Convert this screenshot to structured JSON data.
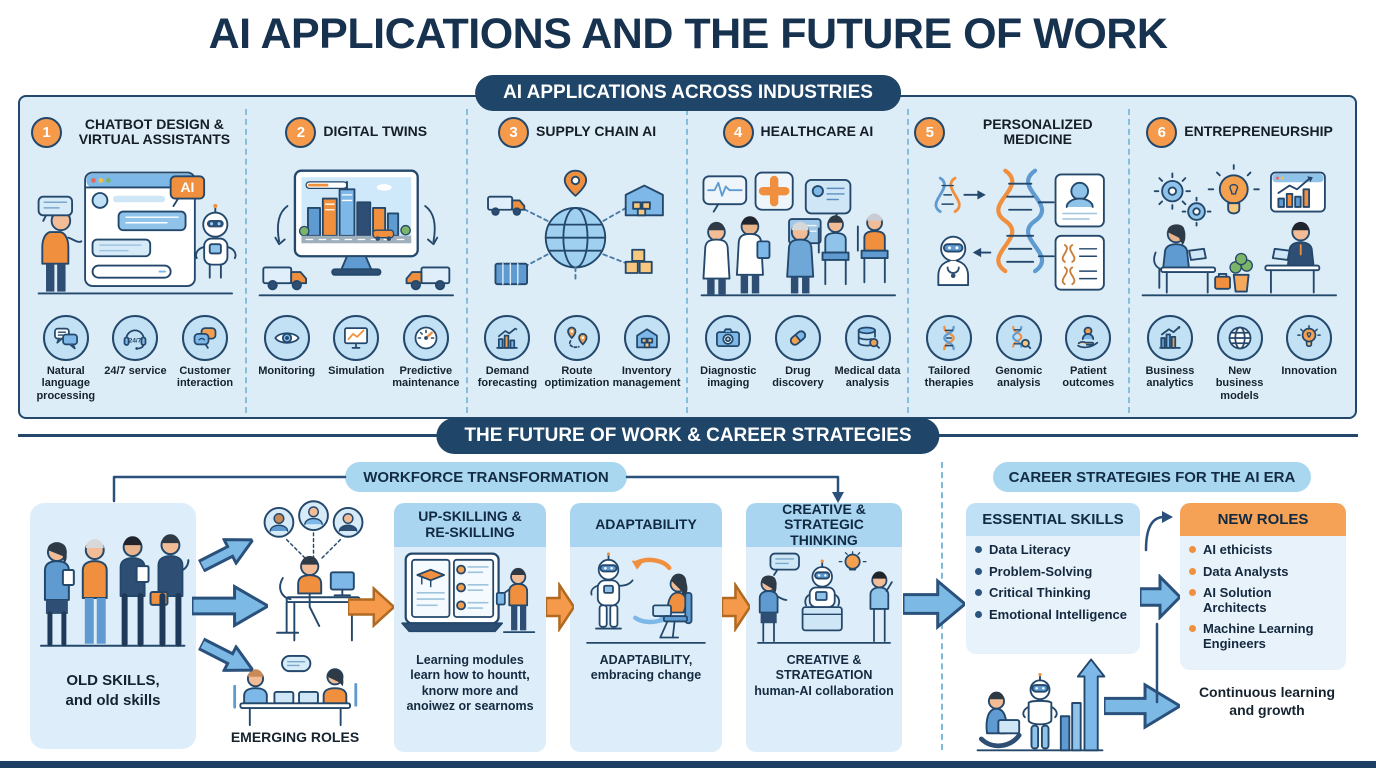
{
  "page": {
    "title": "AI APPLICATIONS AND THE FUTURE OF WORK"
  },
  "colors": {
    "navy": "#1f4568",
    "orange": "#f0903f",
    "light_blue": "#a9d7f0",
    "panel_blue": "#dcedf8"
  },
  "industries": {
    "banner": "AI APPLICATIONS ACROSS INDUSTRIES",
    "columns": [
      {
        "number": "1",
        "title": "CHATBOT DESIGN & VIRTUAL ASSISTANTS",
        "illustration": "chatbot-scene",
        "features": [
          {
            "icon": "chat-bubbles",
            "label": "Natural language processing"
          },
          {
            "icon": "headset-247",
            "label": "24/7 service"
          },
          {
            "icon": "conversation",
            "label": "Customer interaction"
          }
        ]
      },
      {
        "number": "2",
        "title": "DIGITAL TWINS",
        "illustration": "digital-twins-scene",
        "features": [
          {
            "icon": "eye",
            "label": "Monitoring"
          },
          {
            "icon": "monitor-chart",
            "label": "Simulation"
          },
          {
            "icon": "gauge",
            "label": "Predictive maintenance"
          }
        ]
      },
      {
        "number": "3",
        "title": "SUPPLY CHAIN AI",
        "illustration": "supply-chain-scene",
        "features": [
          {
            "icon": "bar-chart",
            "label": "Demand forecasting"
          },
          {
            "icon": "route-pins",
            "label": "Route optimization"
          },
          {
            "icon": "warehouse",
            "label": "Inventory management"
          }
        ]
      },
      {
        "number": "4",
        "title": "HEALTHCARE AI",
        "illustration": "healthcare-scene",
        "features": [
          {
            "icon": "camera",
            "label": "Diagnostic imaging"
          },
          {
            "icon": "pill",
            "label": "Drug discovery"
          },
          {
            "icon": "database-search",
            "label": "Medical data analysis"
          }
        ]
      },
      {
        "number": "5",
        "title": "PERSONALIZED MEDICINE",
        "illustration": "dna-scene",
        "features": [
          {
            "icon": "dna",
            "label": "Tailored therapies"
          },
          {
            "icon": "dna-magnifier",
            "label": "Genomic analysis"
          },
          {
            "icon": "patient-hand",
            "label": "Patient outcomes"
          }
        ]
      },
      {
        "number": "6",
        "title": "ENTREPRENEURSHIP",
        "illustration": "startup-scene",
        "features": [
          {
            "icon": "growth-chart",
            "label": "Business analytics"
          },
          {
            "icon": "globe",
            "label": "New business models"
          },
          {
            "icon": "lightbulb",
            "label": "Innovation"
          }
        ]
      }
    ]
  },
  "future": {
    "banner": "THE FUTURE OF WORK & CAREER STRATEGIES",
    "workforce": {
      "header": "WORKFORCE TRANSFORMATION",
      "old_skills_illustration": "people-group",
      "old_skills_label": "OLD SKILLS,\nand old skills",
      "network_illustration": "network-person",
      "pair_illustration": "pair-table",
      "emerging_roles_label": "EMERGING ROLES",
      "cards": [
        {
          "title": "UP-SKILLING &\nRE-SKILLING",
          "illustration": "upskill-scene",
          "body": "Learning modules\nlearn how to hountt,\nknorw more and\nanoiwez or searnoms"
        },
        {
          "title": "ADAPTABILITY",
          "illustration": "adapt-scene",
          "body": "ADAPTABILITY,\nembracing change"
        },
        {
          "title": "CREATIVE &\nSTRATEGIC THINKING",
          "illustration": "creative-scene",
          "body": "CREATIVE &\nSTRATEGATION\nhuman-AI collaboration"
        }
      ]
    },
    "career": {
      "header": "CAREER STRATEGIES FOR THE AI ERA",
      "essential_skills": {
        "title": "ESSENTIAL SKILLS",
        "items": [
          "Data Literacy",
          "Problem-Solving",
          "Critical Thinking",
          "Emotional Intelligence"
        ]
      },
      "new_roles": {
        "title": "NEW ROLES",
        "items": [
          "AI ethicists",
          "Data Analysts",
          "AI Solution Architects",
          "Machine Learning Engineers"
        ]
      },
      "growth_illustration": "growth-scene",
      "growth_label": "Continuous learning\nand growth"
    }
  }
}
